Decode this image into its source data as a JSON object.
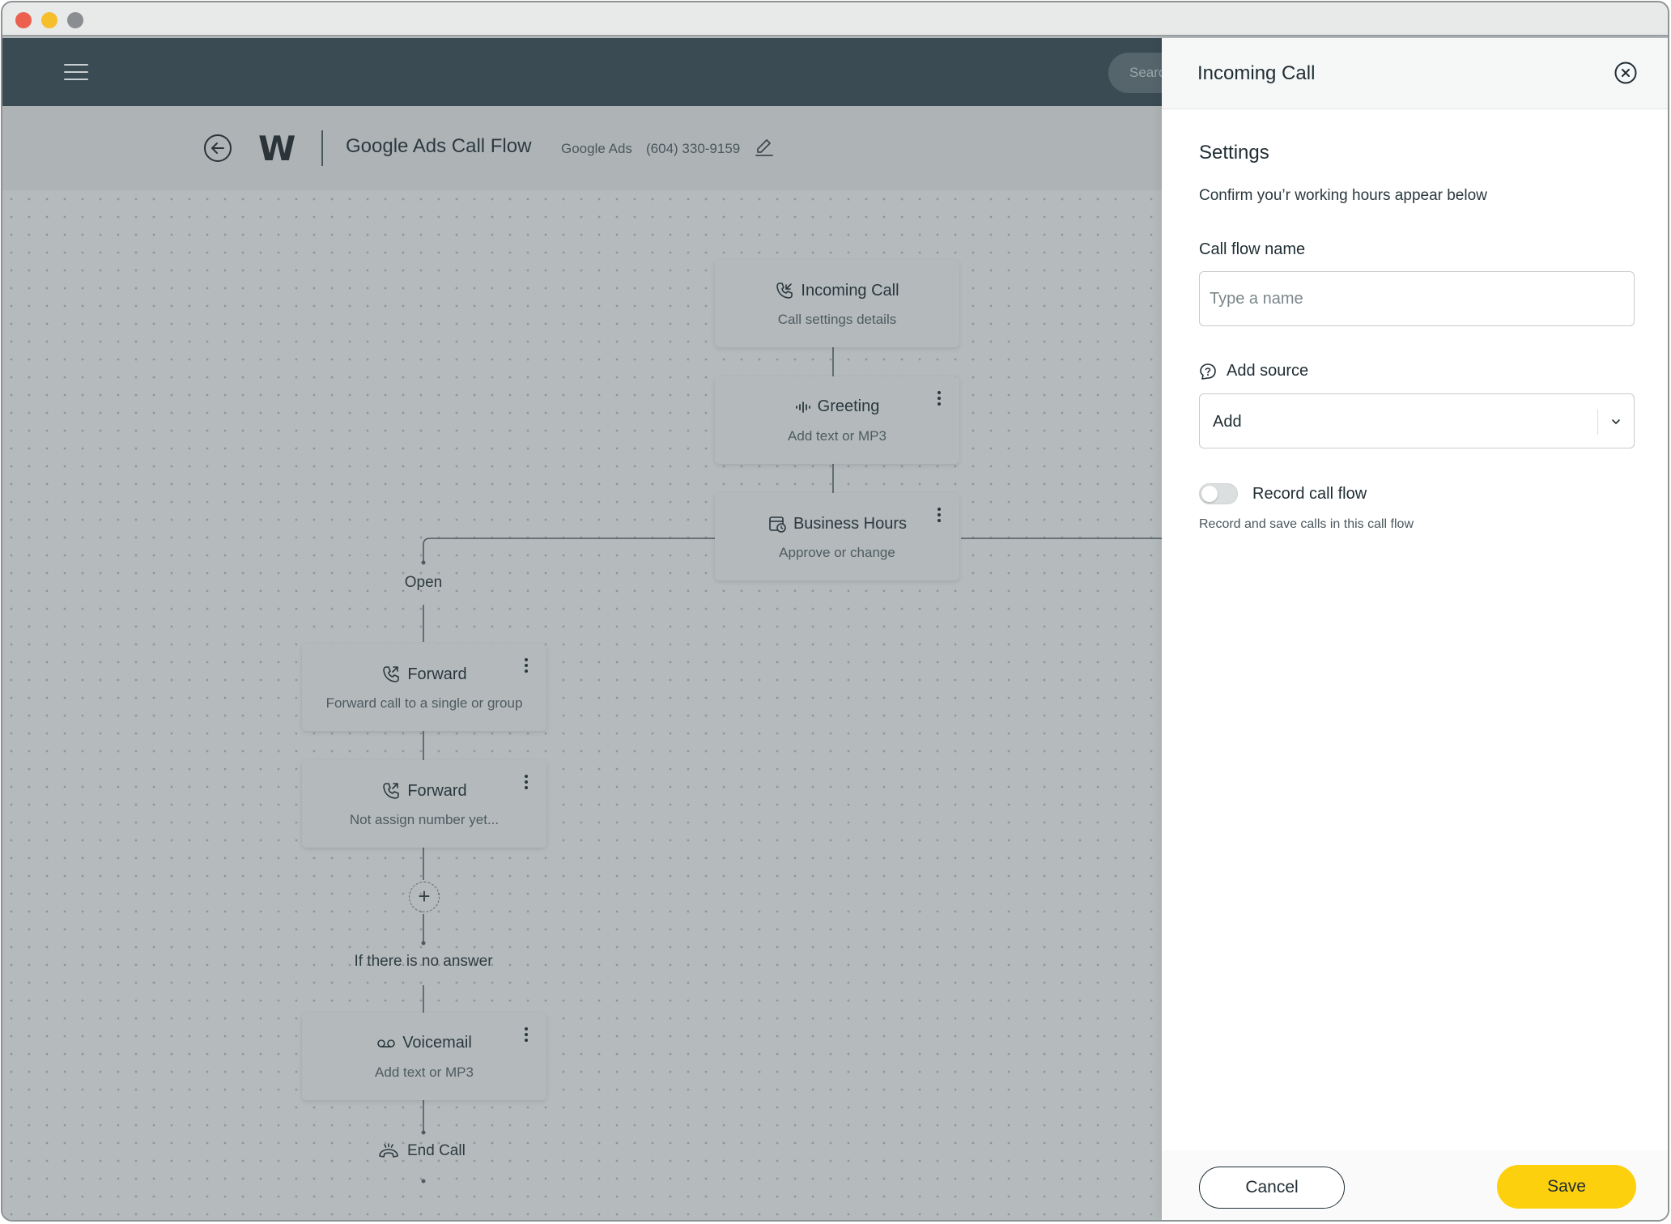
{
  "window": {
    "controls": [
      "close",
      "minimize",
      "zoom"
    ]
  },
  "appbar": {
    "menu_icon": "hamburger-icon",
    "search_placeholder": "Searc"
  },
  "header": {
    "logo": "W",
    "flow_title": "Google Ads Call Flow",
    "source": "Google Ads",
    "phone": "(604) 330-9159",
    "back_icon": "arrow-left-circle-icon",
    "edit_icon": "pencil-icon"
  },
  "flow": {
    "nodes": [
      {
        "id": "incoming-call",
        "title": "Incoming Call",
        "subtitle": "Call settings details",
        "icon": "phone-incoming-icon"
      },
      {
        "id": "greeting",
        "title": "Greeting",
        "subtitle": "Add text or MP3",
        "icon": "audio-wave-icon"
      },
      {
        "id": "business-hours",
        "title": "Business Hours",
        "subtitle": "Approve or change",
        "icon": "calendar-clock-icon"
      },
      {
        "id": "forward-1",
        "title": "Forward",
        "subtitle": "Forward call to a single or group",
        "icon": "phone-forward-icon"
      },
      {
        "id": "forward-2",
        "title": "Forward",
        "subtitle": "Not assign number yet...",
        "icon": "phone-forward-icon"
      },
      {
        "id": "voicemail",
        "title": "Voicemail",
        "subtitle": "Add text or MP3",
        "icon": "voicemail-icon"
      }
    ],
    "labels": {
      "open": "Open",
      "no_answer": "If there is no answer",
      "end_call": "End Call"
    },
    "add_step": "+"
  },
  "panel": {
    "title": "Incoming Call",
    "section_title": "Settings",
    "section_desc": "Confirm you’r working hours appear below",
    "name_label": "Call flow name",
    "name_value": "",
    "name_placeholder": "Type a name",
    "source_label": "Add source",
    "source_value": "Add",
    "record_label": "Record call flow",
    "record_enabled": false,
    "record_help": "Record and save calls in this call flow",
    "cancel_label": "Cancel",
    "save_label": "Save",
    "accent_color": "#fdd00e"
  }
}
